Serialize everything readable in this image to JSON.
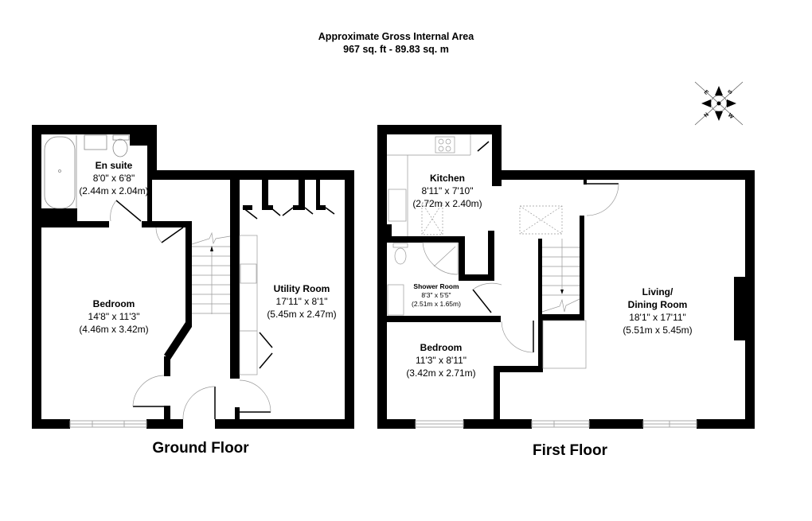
{
  "header": {
    "title": "Approximate Gross Internal Area",
    "area": "967 sq. ft - 89.83 sq. m"
  },
  "compass": {
    "icon": "compass-rose-icon",
    "letters": [
      "N",
      "E",
      "S",
      "W"
    ]
  },
  "floors": [
    {
      "title": "Ground Floor",
      "rooms": [
        {
          "name": "En suite",
          "imperial": "8'0\" x 6'8\"",
          "metric": "(2.44m x 2.04m)"
        },
        {
          "name": "Bedroom",
          "imperial": "14'8\" x 11'3\"",
          "metric": "(4.46m x 3.42m)"
        },
        {
          "name": "Utility Room",
          "imperial": "17'11\" x 8'1\"",
          "metric": "(5.45m x 2.47m)"
        }
      ]
    },
    {
      "title": "First Floor",
      "rooms": [
        {
          "name": "Kitchen",
          "imperial": "8'11\" x 7'10\"",
          "metric": "(2.72m x 2.40m)"
        },
        {
          "name": "Shower Room",
          "imperial": "8'3\" x 5'5\"",
          "metric": "(2.51m x 1.65m)"
        },
        {
          "name": "Bedroom",
          "imperial": "11'3\" x 8'11\"",
          "metric": "(3.42m x 2.71m)"
        },
        {
          "name": "Living/",
          "name2": "Dining Room",
          "imperial": "18'1\" x 17'11\"",
          "metric": "(5.51m x 5.45m)"
        }
      ]
    }
  ]
}
